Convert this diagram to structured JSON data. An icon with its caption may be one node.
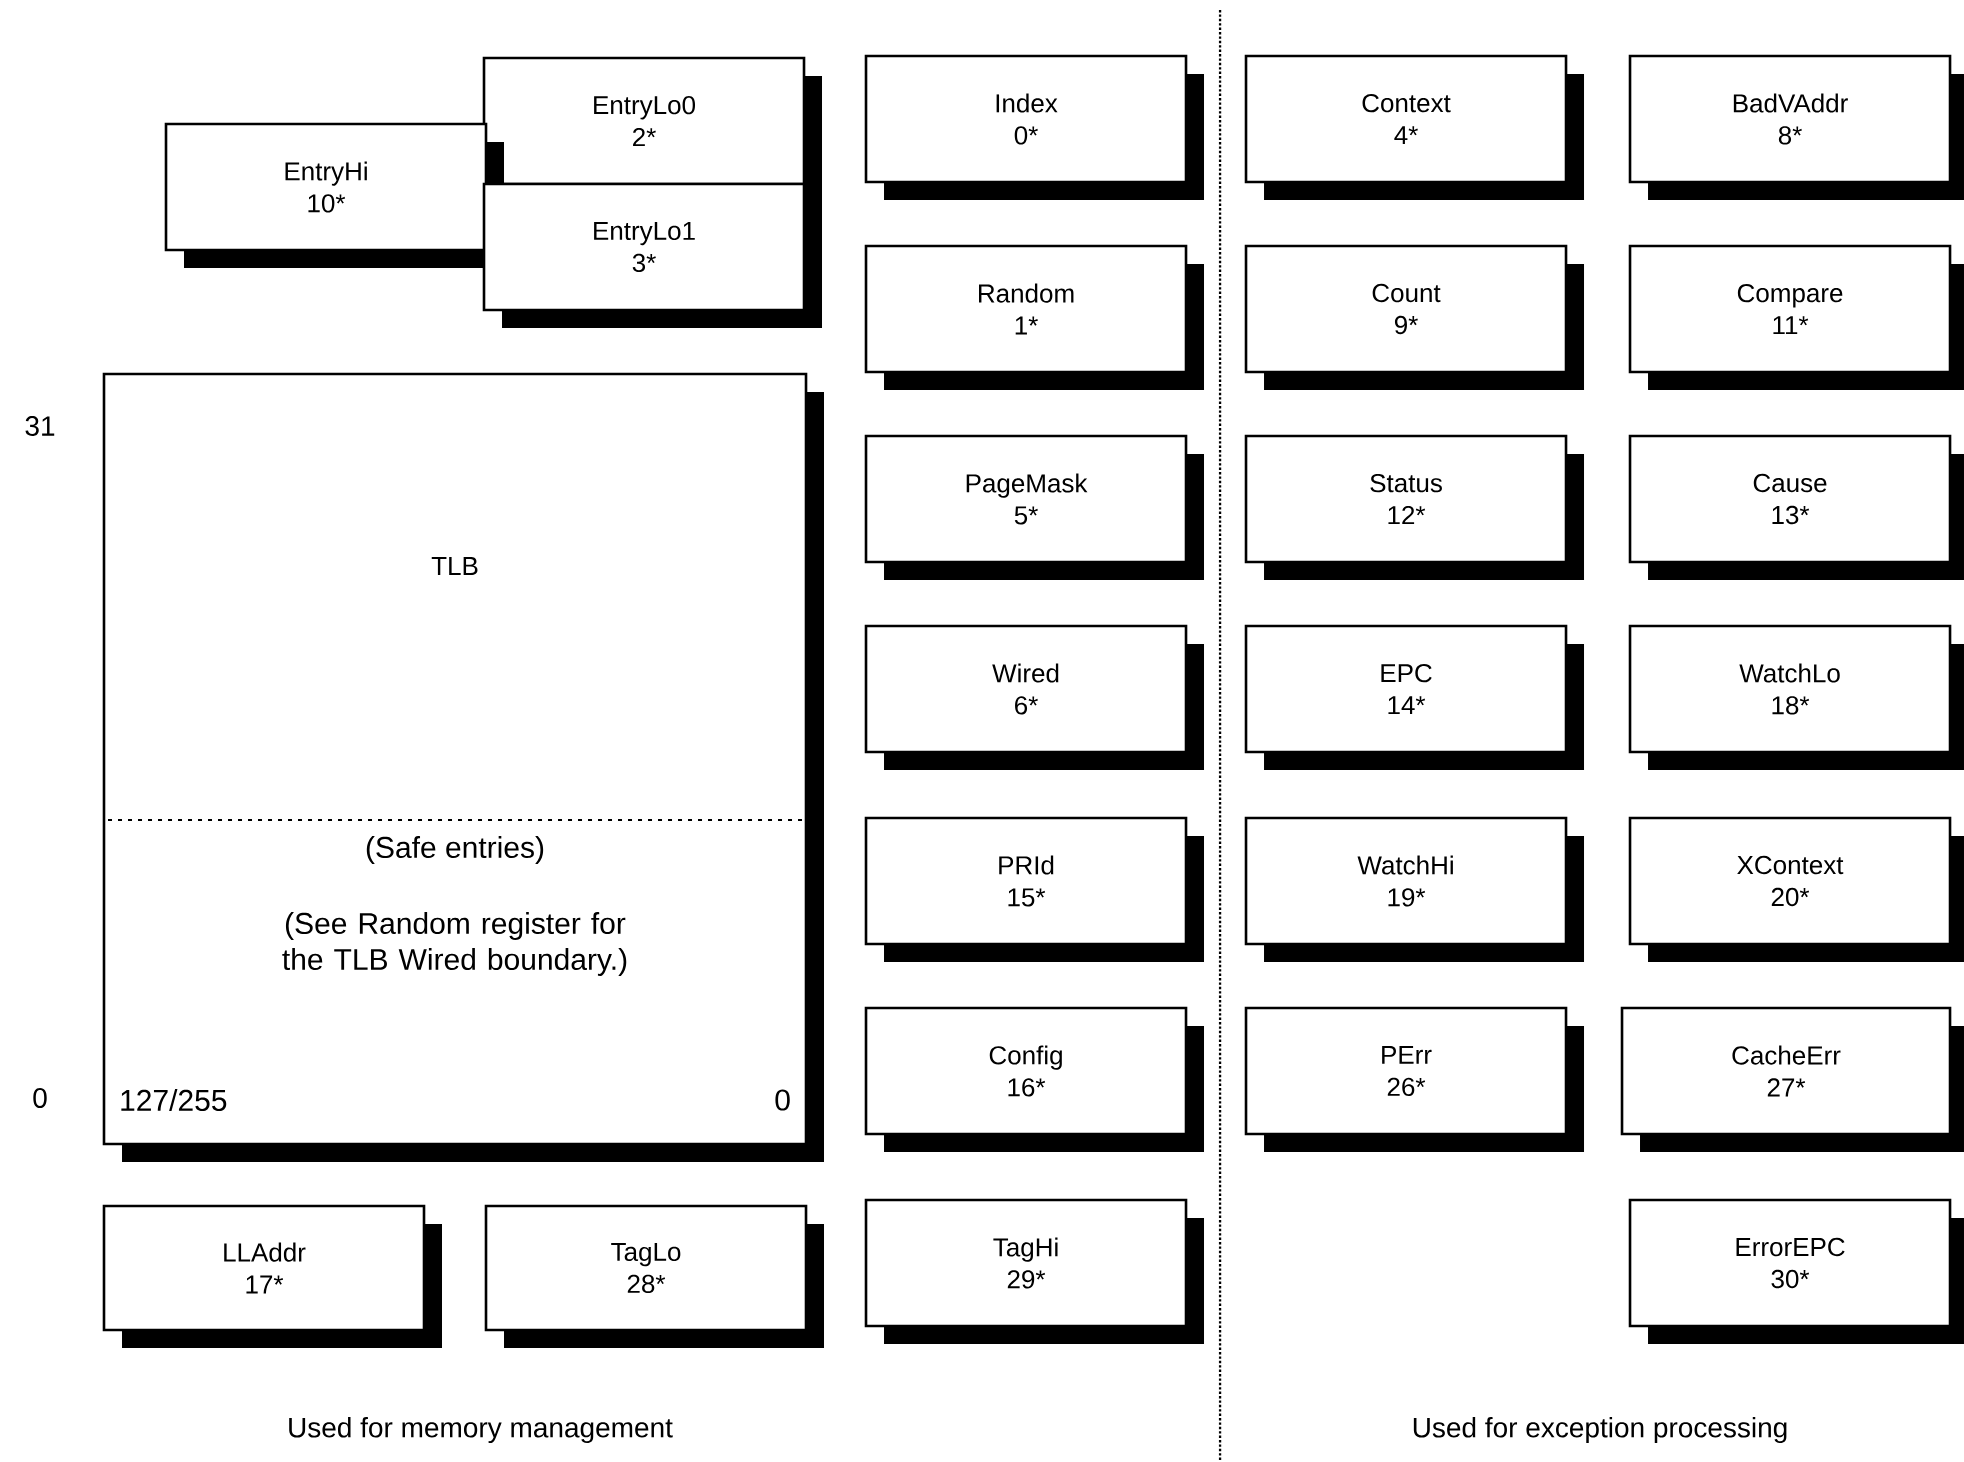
{
  "diagram": {
    "nodes": [
      {
        "text": [
          "EntryLo0",
          "2*"
        ]
      },
      {
        "text": [
          "EntryHi",
          "10*"
        ]
      },
      {
        "text": [
          "EntryLo1",
          "3*"
        ]
      },
      {
        "text": [
          "TLB",
          "(Safe entries)",
          "(See Random register for the TLB Wired boundary.)",
          "127/255",
          "0"
        ]
      },
      {
        "text": [
          "LLAddr",
          "17*"
        ]
      },
      {
        "text": [
          "TagLo",
          "28*"
        ]
      },
      {
        "text": [
          "Index",
          "0*"
        ]
      },
      {
        "text": [
          "Random",
          "1*"
        ]
      },
      {
        "text": [
          "PageMask",
          "5*"
        ]
      },
      {
        "text": [
          "Wired",
          "6*"
        ]
      },
      {
        "text": [
          "PRId",
          "15*"
        ]
      },
      {
        "text": [
          "Config",
          "16*"
        ]
      },
      {
        "text": [
          "TagHi",
          "29*"
        ]
      },
      {
        "text": [
          "Context",
          "4*"
        ]
      },
      {
        "text": [
          "Count",
          "9*"
        ]
      },
      {
        "text": [
          "Status",
          "12*"
        ]
      },
      {
        "text": [
          "EPC",
          "14*"
        ]
      },
      {
        "text": [
          "WatchHi",
          "19*"
        ]
      },
      {
        "text": [
          "PErr",
          "26*"
        ]
      },
      {
        "text": [
          "BadVAddr",
          "8*"
        ]
      },
      {
        "text": [
          "Compare",
          "11*"
        ]
      },
      {
        "text": [
          "Cause",
          "13*"
        ]
      },
      {
        "text": [
          "WatchLo",
          "18*"
        ]
      },
      {
        "text": [
          "XContext",
          "20*"
        ]
      },
      {
        "text": [
          "CacheErr",
          "27*"
        ]
      },
      {
        "text": [
          "ErrorEPC",
          "30*"
        ]
      }
    ],
    "labels": [
      "31",
      "0",
      "Used for memory management",
      "Used for exception processing"
    ]
  }
}
